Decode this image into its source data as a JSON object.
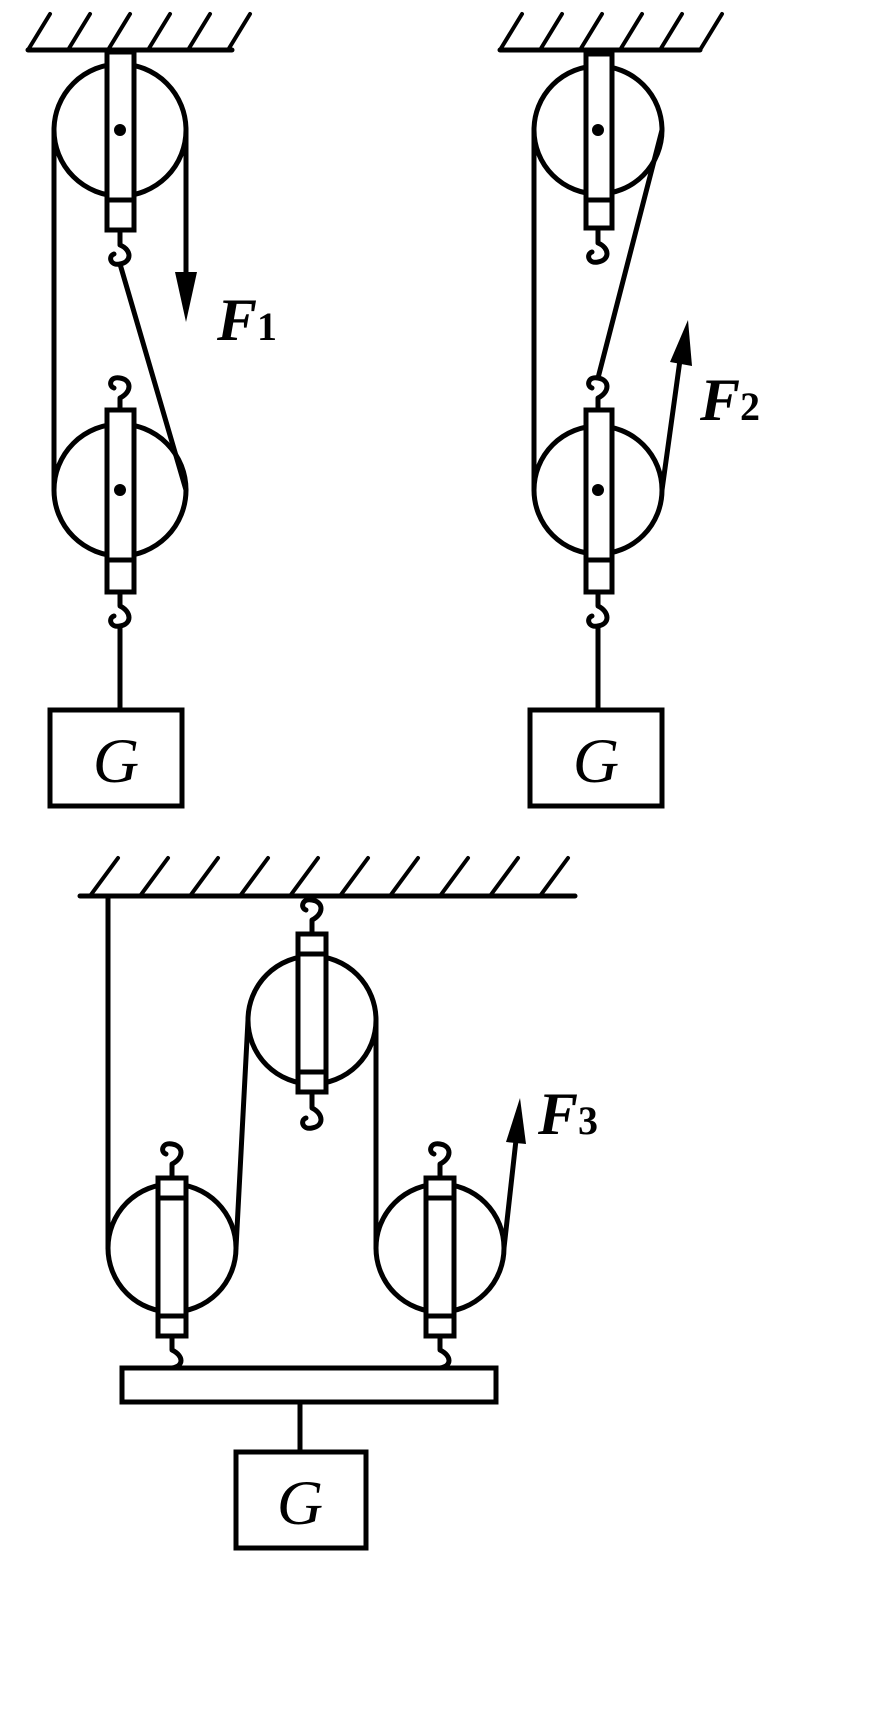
{
  "diagrams": [
    {
      "id": "A",
      "force_label": "F",
      "force_sub": "1",
      "load_label": "G"
    },
    {
      "id": "B",
      "force_label": "F",
      "force_sub": "2",
      "load_label": "G"
    },
    {
      "id": "C",
      "force_label": "F",
      "force_sub": "3",
      "load_label": "G"
    }
  ]
}
